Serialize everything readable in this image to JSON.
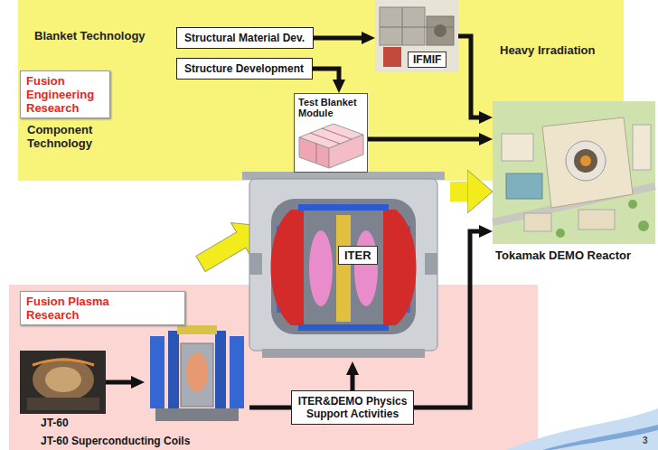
{
  "diagram": {
    "nodes": [
      {
        "text": [
          "Blanket Technology",
          "Component Technology"
        ]
      },
      {
        "text": [
          "Fusion Engineering Research"
        ],
        "in": 0
      },
      {
        "text": [
          "Structural Material Dev."
        ],
        "in": 0
      },
      {
        "text": [
          "Structure Development"
        ],
        "in": 0
      },
      {
        "text": [
          "IFMIF"
        ],
        "in": 0
      },
      {
        "text": [
          "Test Blanket Module"
        ],
        "in": 0
      },
      {
        "text": [
          "ITER"
        ]
      },
      {
        "text": [
          "Tokamak DEMO Reactor"
        ]
      },
      {
        "text": [
          "Fusion Plasma Research"
        ]
      },
      {
        "text": [
          "JT-60"
        ]
      },
      {
        "text": [
          "JT-60 Superconducting Coils"
        ]
      },
      {
        "text": [
          "ITER&DEMO Physics Support Activities"
        ]
      }
    ],
    "edges": [
      {
        "from": 2,
        "to": 4,
        "arrow": "to"
      },
      {
        "from": 4,
        "to": 7,
        "arrow": "to"
      },
      {
        "from": 3,
        "to": 5,
        "arrow": "to"
      },
      {
        "from": 5,
        "to": 7,
        "arrow": "to"
      },
      {
        "from": 6,
        "to": 7,
        "arrow": "to"
      },
      {
        "from": 9,
        "to": 10,
        "arrow": "to"
      },
      {
        "from": 10,
        "to": 11,
        "arrow": "none"
      },
      {
        "from": 11,
        "to": 6,
        "arrow": "to"
      },
      {
        "from": 11,
        "to": 7,
        "arrow": "to"
      }
    ],
    "labels": [
      "Heavy Irradiation",
      "3"
    ]
  }
}
